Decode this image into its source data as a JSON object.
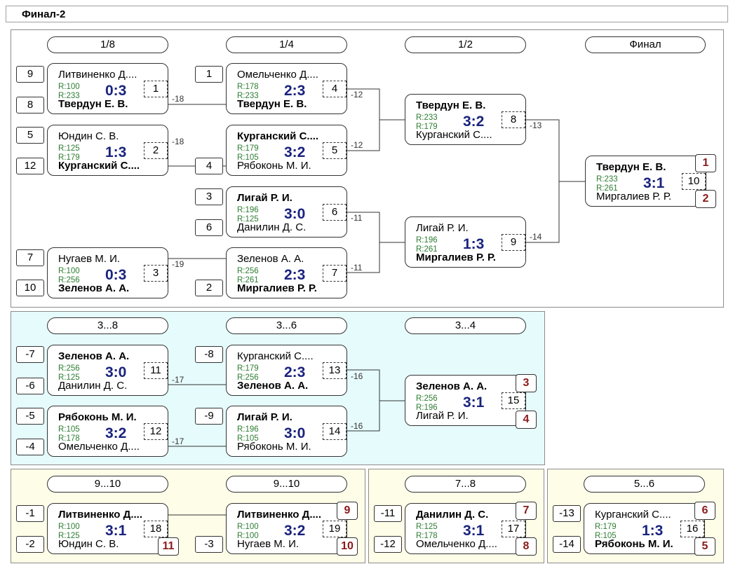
{
  "title": "Финал-2",
  "rounds": {
    "r8": "1/8",
    "r4": "1/4",
    "r2": "1/2",
    "final": "Финал",
    "c3_8": "3...8",
    "c3_6": "3...6",
    "c3_4": "3...4",
    "c9_10a": "9...10",
    "c9_10b": "9...10",
    "c7_8": "7...8",
    "c5_6": "5...6"
  },
  "seeds": {
    "s9": "9",
    "s8": "8",
    "s5": "5",
    "s12": "12",
    "s7": "7",
    "s10": "10",
    "q1": "1",
    "q4": "4",
    "q3": "3",
    "q6": "6",
    "q2": "2",
    "m7": "-7",
    "m6": "-6",
    "m5": "-5",
    "m4": "-4",
    "m8": "-8",
    "m9": "-9",
    "m1": "-1",
    "m2": "-2",
    "m3": "-3",
    "m11": "-11",
    "m12": "-12",
    "m13": "-13",
    "m14": "-14"
  },
  "links": {
    "l1": "-18",
    "l2": "-18",
    "l3": "-19",
    "l4": "-12",
    "l5": "-12",
    "l6": "-11",
    "l7": "-11",
    "l8": "-13",
    "l9": "-14",
    "l11": "-17",
    "l12": "-17",
    "l13": "-16",
    "l14": "-16"
  },
  "matches": {
    "m1": {
      "p1": "Литвиненко Д....",
      "p2": "Твердун Е. В.",
      "r1": "R:100",
      "r2": "R:233",
      "score": "0:3",
      "no": "1"
    },
    "m2": {
      "p1": "Юндин С. В.",
      "p2": "Курганский С....",
      "r1": "R:125",
      "r2": "R:179",
      "score": "1:3",
      "no": "2"
    },
    "m3": {
      "p1": "Нугаев М. И.",
      "p2": "Зеленов А. А.",
      "r1": "R:100",
      "r2": "R:256",
      "score": "0:3",
      "no": "3"
    },
    "m4": {
      "p1": "Омельченко Д....",
      "p2": "Твердун Е. В.",
      "r1": "R:178",
      "r2": "R:233",
      "score": "2:3",
      "no": "4"
    },
    "m5": {
      "p1": "Курганский С....",
      "p2": "Рябоконь М. И.",
      "r1": "R:179",
      "r2": "R:105",
      "score": "3:2",
      "no": "5"
    },
    "m6": {
      "p1": "Лигай Р. И.",
      "p2": "Данилин Д. С.",
      "r1": "R:196",
      "r2": "R:125",
      "score": "3:0",
      "no": "6"
    },
    "m7": {
      "p1": "Зеленов А. А.",
      "p2": "Миргалиев Р. Р.",
      "r1": "R:256",
      "r2": "R:261",
      "score": "2:3",
      "no": "7"
    },
    "m8": {
      "p1": "Твердун Е. В.",
      "p2": "Курганский С....",
      "r1": "R:233",
      "r2": "R:179",
      "score": "3:2",
      "no": "8"
    },
    "m9": {
      "p1": "Лигай Р. И.",
      "p2": "Миргалиев Р. Р.",
      "r1": "R:196",
      "r2": "R:261",
      "score": "1:3",
      "no": "9"
    },
    "m10": {
      "p1": "Твердун Е. В.",
      "p2": "Миргалиев Р. Р.",
      "r1": "R:233",
      "r2": "R:261",
      "score": "3:1",
      "no": "10"
    },
    "m11": {
      "p1": "Зеленов А. А.",
      "p2": "Данилин Д. С.",
      "r1": "R:256",
      "r2": "R:125",
      "score": "3:0",
      "no": "11"
    },
    "m12": {
      "p1": "Рябоконь М. И.",
      "p2": "Омельченко Д....",
      "r1": "R:105",
      "r2": "R:178",
      "score": "3:2",
      "no": "12"
    },
    "m13": {
      "p1": "Курганский С....",
      "p2": "Зеленов А. А.",
      "r1": "R:179",
      "r2": "R:256",
      "score": "2:3",
      "no": "13"
    },
    "m14": {
      "p1": "Лигай Р. И.",
      "p2": "Рябоконь М. И.",
      "r1": "R:196",
      "r2": "R:105",
      "score": "3:0",
      "no": "14"
    },
    "m15": {
      "p1": "Зеленов А. А.",
      "p2": "Лигай Р. И.",
      "r1": "R:256",
      "r2": "R:196",
      "score": "3:1",
      "no": "15"
    },
    "m16": {
      "p1": "Курганский С....",
      "p2": "Рябоконь М. И.",
      "r1": "R:179",
      "r2": "R:105",
      "score": "1:3",
      "no": "16"
    },
    "m17": {
      "p1": "Данилин Д. С.",
      "p2": "Омельченко Д....",
      "r1": "R:125",
      "r2": "R:178",
      "score": "3:1",
      "no": "17"
    },
    "m18": {
      "p1": "Литвиненко Д....",
      "p2": "Юндин С. В.",
      "r1": "R:100",
      "r2": "R:125",
      "score": "3:1",
      "no": "18"
    },
    "m19": {
      "p1": "Литвиненко Д....",
      "p2": "Нугаев М. И.",
      "r1": "R:100",
      "r2": "R:100",
      "score": "3:2",
      "no": "19"
    }
  },
  "places": {
    "p1": "1",
    "p2": "2",
    "p3": "3",
    "p4": "4",
    "p5": "5",
    "p6": "6",
    "p7": "7",
    "p8": "8",
    "p9": "9",
    "p10": "10",
    "p11": "11"
  },
  "colors": {
    "panel_main": "#ffffff",
    "panel_consolation": "#e6fbfc",
    "panel_places": "#fefde8",
    "score": "#1a237e",
    "rating": "#2e7d32",
    "place": "#8b1a1a"
  }
}
